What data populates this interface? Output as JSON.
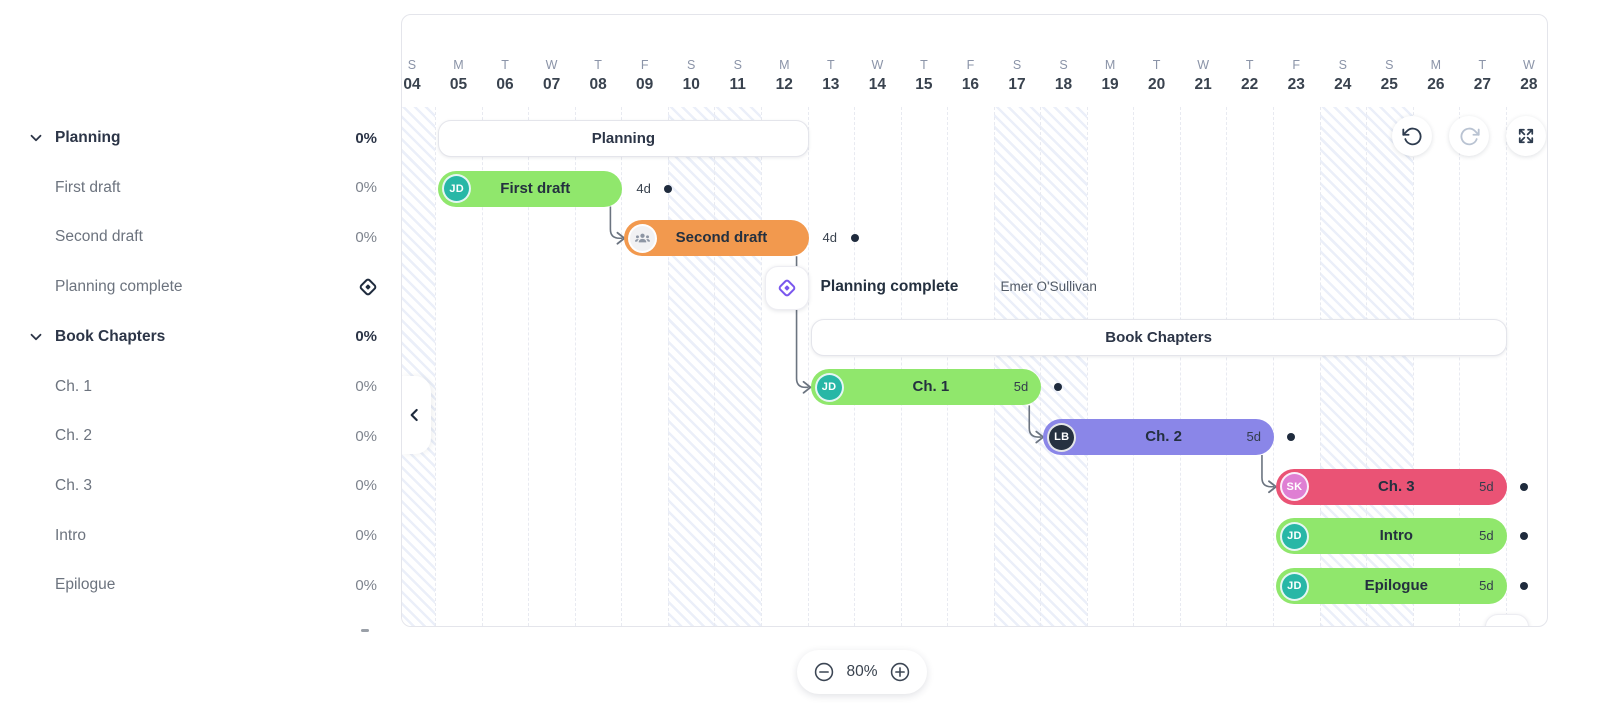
{
  "timeline": {
    "days": [
      {
        "dow": "S",
        "num": "04",
        "weekend": true
      },
      {
        "dow": "M",
        "num": "05",
        "weekend": false
      },
      {
        "dow": "T",
        "num": "06",
        "weekend": false
      },
      {
        "dow": "W",
        "num": "07",
        "weekend": false
      },
      {
        "dow": "T",
        "num": "08",
        "weekend": false
      },
      {
        "dow": "F",
        "num": "09",
        "weekend": false
      },
      {
        "dow": "S",
        "num": "10",
        "weekend": true
      },
      {
        "dow": "S",
        "num": "11",
        "weekend": true
      },
      {
        "dow": "M",
        "num": "12",
        "weekend": false
      },
      {
        "dow": "T",
        "num": "13",
        "weekend": false
      },
      {
        "dow": "W",
        "num": "14",
        "weekend": false
      },
      {
        "dow": "T",
        "num": "15",
        "weekend": false
      },
      {
        "dow": "F",
        "num": "16",
        "weekend": false
      },
      {
        "dow": "S",
        "num": "17",
        "weekend": true
      },
      {
        "dow": "S",
        "num": "18",
        "weekend": true
      },
      {
        "dow": "M",
        "num": "19",
        "weekend": false
      },
      {
        "dow": "T",
        "num": "20",
        "weekend": false
      },
      {
        "dow": "W",
        "num": "21",
        "weekend": false
      },
      {
        "dow": "T",
        "num": "22",
        "weekend": false
      },
      {
        "dow": "F",
        "num": "23",
        "weekend": false
      },
      {
        "dow": "S",
        "num": "24",
        "weekend": true
      },
      {
        "dow": "S",
        "num": "25",
        "weekend": true
      },
      {
        "dow": "M",
        "num": "26",
        "weekend": false
      },
      {
        "dow": "T",
        "num": "27",
        "weekend": false
      },
      {
        "dow": "W",
        "num": "28",
        "weekend": false
      }
    ]
  },
  "sidebar": {
    "rows": [
      {
        "label": "Planning",
        "percent": "0%",
        "type": "parent"
      },
      {
        "label": "First draft",
        "percent": "0%",
        "type": "child"
      },
      {
        "label": "Second draft",
        "percent": "0%",
        "type": "child"
      },
      {
        "label": "Planning complete",
        "percent": "",
        "type": "milestone"
      },
      {
        "label": "Book Chapters",
        "percent": "0%",
        "type": "parent"
      },
      {
        "label": "Ch. 1",
        "percent": "0%",
        "type": "child"
      },
      {
        "label": "Ch. 2",
        "percent": "0%",
        "type": "child"
      },
      {
        "label": "Ch. 3",
        "percent": "0%",
        "type": "child"
      },
      {
        "label": "Intro",
        "percent": "0%",
        "type": "child"
      },
      {
        "label": "Epilogue",
        "percent": "0%",
        "type": "child"
      }
    ]
  },
  "chart": {
    "bars": [
      {
        "row": 0,
        "type": "summary",
        "label": "Planning",
        "startDay": 5,
        "endDay": 12
      },
      {
        "row": 1,
        "type": "task",
        "label": "First draft",
        "startDay": 5,
        "endDay": 8,
        "duration": "4d",
        "durationOutside": true,
        "color": "green",
        "avatar": {
          "initials": "JD",
          "bg": "teal"
        }
      },
      {
        "row": 2,
        "type": "task",
        "label": "Second draft",
        "startDay": 9,
        "endDay": 12,
        "duration": "4d",
        "durationOutside": true,
        "color": "orange",
        "avatar": {
          "initials": "",
          "bg": "group",
          "icon": "group-icon"
        }
      },
      {
        "row": 3,
        "type": "milestone",
        "label": "Planning complete",
        "assignee": "Emer O'Sullivan",
        "day": 12
      },
      {
        "row": 4,
        "type": "summary",
        "label": "Book Chapters",
        "startDay": 13,
        "endDay": 27
      },
      {
        "row": 5,
        "type": "task",
        "label": "Ch. 1",
        "startDay": 13,
        "endDay": 17,
        "duration": "5d",
        "durationOutside": false,
        "color": "green",
        "avatar": {
          "initials": "JD",
          "bg": "teal"
        }
      },
      {
        "row": 6,
        "type": "task",
        "label": "Ch. 2",
        "startDay": 18,
        "endDay": 22,
        "duration": "5d",
        "durationOutside": false,
        "color": "purple",
        "avatar": {
          "initials": "LB",
          "bg": "navy"
        }
      },
      {
        "row": 7,
        "type": "task",
        "label": "Ch. 3",
        "startDay": 23,
        "endDay": 27,
        "duration": "5d",
        "durationOutside": false,
        "color": "pink",
        "avatar": {
          "initials": "SK",
          "bg": "orchid"
        }
      },
      {
        "row": 8,
        "type": "task",
        "label": "Intro",
        "startDay": 23,
        "endDay": 27,
        "duration": "5d",
        "durationOutside": false,
        "color": "green",
        "avatar": {
          "initials": "JD",
          "bg": "teal"
        }
      },
      {
        "row": 9,
        "type": "task",
        "label": "Epilogue",
        "startDay": 23,
        "endDay": 27,
        "duration": "5d",
        "durationOutside": false,
        "color": "green",
        "avatar": {
          "initials": "JD",
          "bg": "teal"
        }
      },
      {
        "row": 10,
        "type": "milestone-partial",
        "label": "",
        "day": 27
      }
    ],
    "dependencies": [
      {
        "from": 1,
        "to": 2
      },
      {
        "from": 2,
        "to": 5
      },
      {
        "from": 5,
        "to": 6
      },
      {
        "from": 6,
        "to": 7
      }
    ]
  },
  "toolbar": {
    "buttons": [
      {
        "name": "undo",
        "icon": "undo-icon",
        "enabled": true
      },
      {
        "name": "redo",
        "icon": "redo-icon",
        "enabled": false
      },
      {
        "name": "expand",
        "icon": "expand-icon",
        "enabled": true
      }
    ]
  },
  "zoom_control": {
    "value": "80%",
    "minus_icon": "zoom-out-icon",
    "plus_icon": "zoom-in-icon"
  },
  "colors": {
    "bar_green": "#90e76c",
    "bar_orange": "#f2994e",
    "bar_purple": "#8a86e8",
    "bar_pink": "#ea5375",
    "avatar_teal": "#28b7a6",
    "avatar_navy": "#263140",
    "avatar_orchid": "#df7fd3",
    "avatar_group_bg": "#f1f1f3",
    "milestone_purple": "#7a57ee",
    "dep_line": "#6b7480",
    "dot": "#1f2b3d",
    "weekend_stripe": "#e4eaf7",
    "header_dow": "#8b94a8",
    "header_num": "#39424e",
    "parent_text": "#2c3547",
    "child_text": "#6c737e"
  }
}
